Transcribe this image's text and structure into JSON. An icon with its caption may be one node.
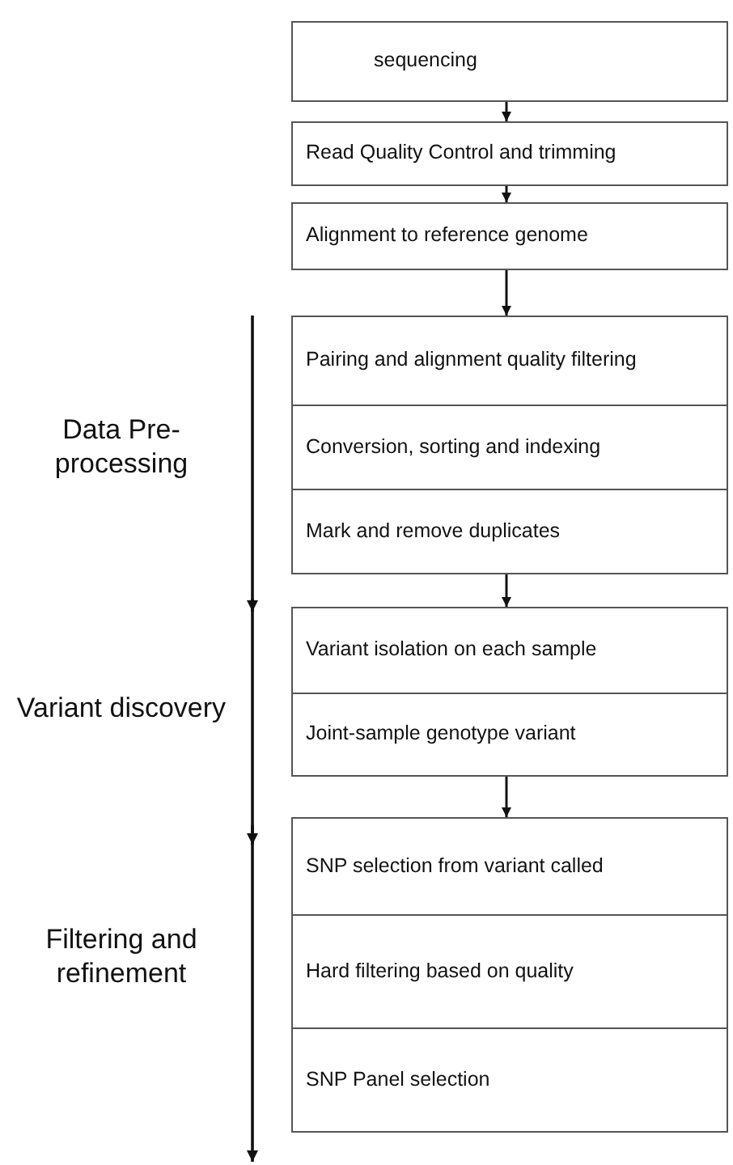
{
  "diagram": {
    "nodes": [
      {
        "text": [
          "sequencing"
        ]
      },
      {
        "text": [
          "Read Quality Control and trimming"
        ]
      },
      {
        "text": [
          "Alignment to reference genome"
        ]
      },
      {
        "text": [
          "Pairing and alignment quality filtering"
        ]
      },
      {
        "text": [
          "Conversion, sorting and indexing"
        ]
      },
      {
        "text": [
          "Mark and remove duplicates"
        ]
      },
      {
        "text": [
          "Variant isolation on each sample"
        ]
      },
      {
        "text": [
          "Joint-sample genotype variant"
        ]
      },
      {
        "text": [
          "SNP selection from variant called"
        ]
      },
      {
        "text": [
          "Hard filtering based on quality"
        ]
      },
      {
        "text": [
          "SNP Panel selection"
        ]
      }
    ],
    "edges": [
      {
        "from": 0,
        "to": 1,
        "arrow": "to"
      },
      {
        "from": 1,
        "to": 2,
        "arrow": "to"
      },
      {
        "from": 2,
        "to": 3,
        "arrow": "to"
      },
      {
        "from": 5,
        "to": 6,
        "arrow": "to"
      },
      {
        "from": 7,
        "to": 8,
        "arrow": "to"
      }
    ],
    "labels": [
      "Data Pre-processing",
      "Variant discovery",
      "Filtering and refinement"
    ]
  }
}
